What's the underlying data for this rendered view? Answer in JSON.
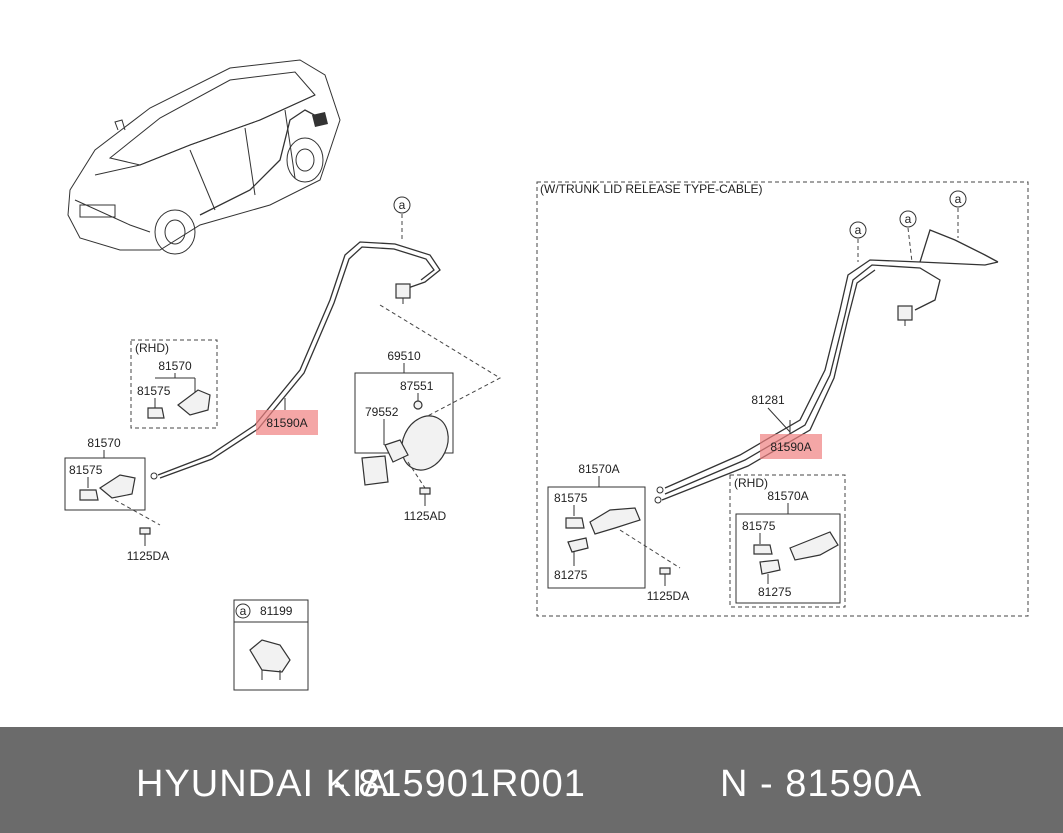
{
  "diagram": {
    "section_title": "(W/TRUNK LID RELEASE TYPE-CABLE)",
    "rhd_label": "(RHD)",
    "callout_letter": "a",
    "highlight_color": "#f08080",
    "left_assembly": {
      "rhd_box": {
        "tag": "(RHD)",
        "part_top": "81570",
        "part_left": "81575"
      },
      "main_box": {
        "part_top": "81570",
        "part_left": "81575"
      },
      "bolt": "1125DA",
      "cable_highlight": "81590A"
    },
    "fuel_door": {
      "group": "69510",
      "cap": "87551",
      "part": "79552",
      "bolt": "1125AD"
    },
    "clip_box": {
      "letter": "a",
      "part": "81199"
    },
    "right_assembly": {
      "cable": "81281",
      "cable_highlight": "81590A",
      "main_box": {
        "part_top": "81570A",
        "part_a": "81575",
        "part_b": "81275"
      },
      "rhd_box": {
        "tag": "(RHD)",
        "part_top": "81570A",
        "part_a": "81575",
        "part_b": "81275"
      },
      "bolt": "1125DA"
    }
  },
  "footer": {
    "brand": "HYUNDAI  KIA",
    "part_number": "- 815901R001",
    "alt_number": "N - 81590A"
  }
}
